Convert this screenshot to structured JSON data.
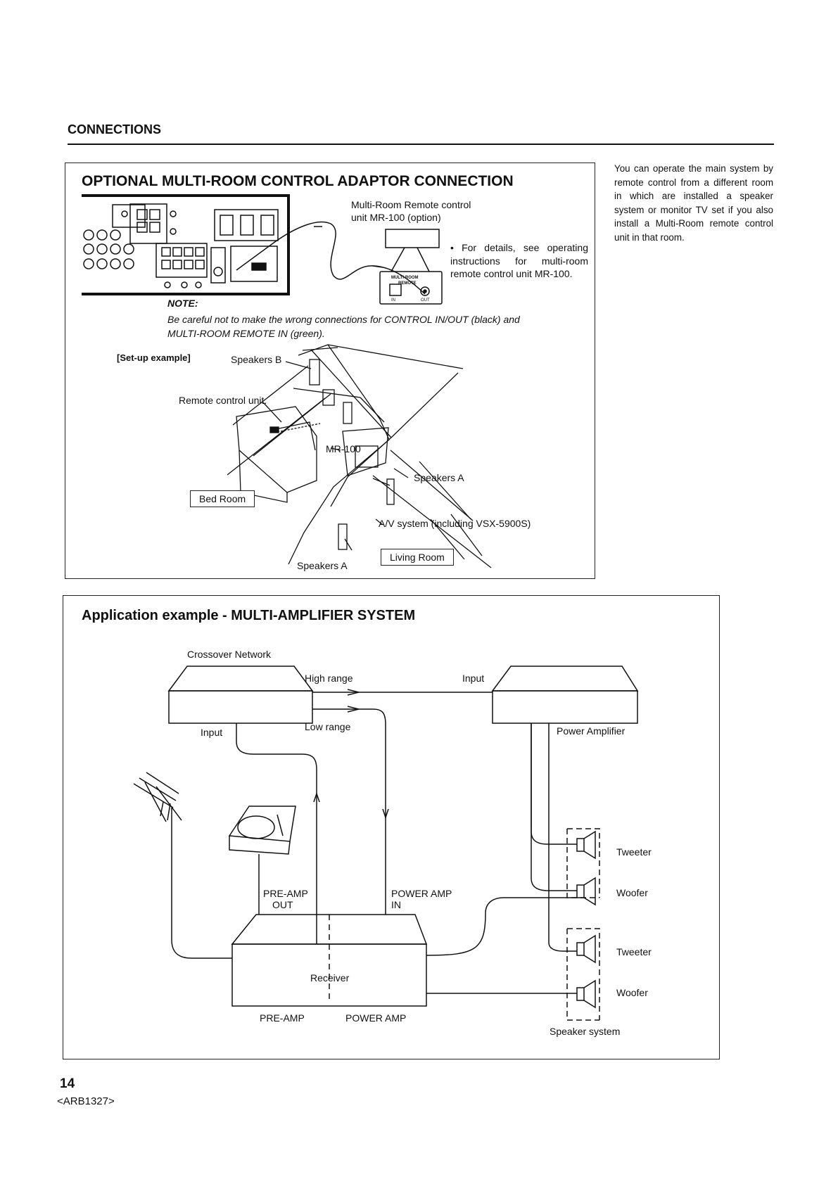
{
  "header": {
    "section": "CONNECTIONS"
  },
  "sidebar_note": "You can operate the main system by remote control from a different room in which are installed a speaker system or monitor TV set if you also install a Multi-Room remote control unit in that room.",
  "multiroom": {
    "title": "OPTIONAL MULTI-ROOM CONTROL ADAPTOR CONNECTION",
    "unit_label_1": "Multi-Room Remote control",
    "unit_label_2": "unit MR-100 (option)",
    "bullet": "• For details, see operating instructions for multi-room remote control unit MR-100.",
    "panel_label_1": "MULTI-ROOM",
    "panel_label_2": "REMOTE",
    "panel_in": "IN",
    "panel_out": "OUT",
    "note_heading": "NOTE:",
    "note_text": "Be careful not to make the wrong connections for CONTROL IN/OUT (black) and MULTI-ROOM REMOTE IN (green).",
    "setup_label": "[Set-up example]",
    "speakers_b": "Speakers B",
    "remote_unit": "Remote control unit.",
    "mr100": "MR-100",
    "speakers_a_1": "Speakers A",
    "av_system": "A/V system (including VSX-5900S)",
    "speakers_a_2": "Speakers A",
    "bed_room": "Bed Room",
    "living_room": "Living Room"
  },
  "multiamp": {
    "title": "Application example - MULTI-AMPLIFIER SYSTEM",
    "crossover": "Crossover Network",
    "high_range": "High range",
    "input_right": "Input",
    "input_left": "Input",
    "low_range": "Low range",
    "power_amplifier": "Power Amplifier",
    "tweeter_1": "Tweeter",
    "woofer_1": "Woofer",
    "tweeter_2": "Tweeter",
    "woofer_2": "Woofer",
    "pre_amp_out_1": "PRE-AMP",
    "pre_amp_out_2": "OUT",
    "power_amp_in_1": "POWER AMP",
    "power_amp_in_2": "IN",
    "receiver": "Receiver",
    "pre_amp": "PRE-AMP",
    "power_amp": "POWER AMP",
    "speaker_system": "Speaker system"
  },
  "footer": {
    "page_number": "14",
    "doc_code": "<ARB1327>"
  }
}
